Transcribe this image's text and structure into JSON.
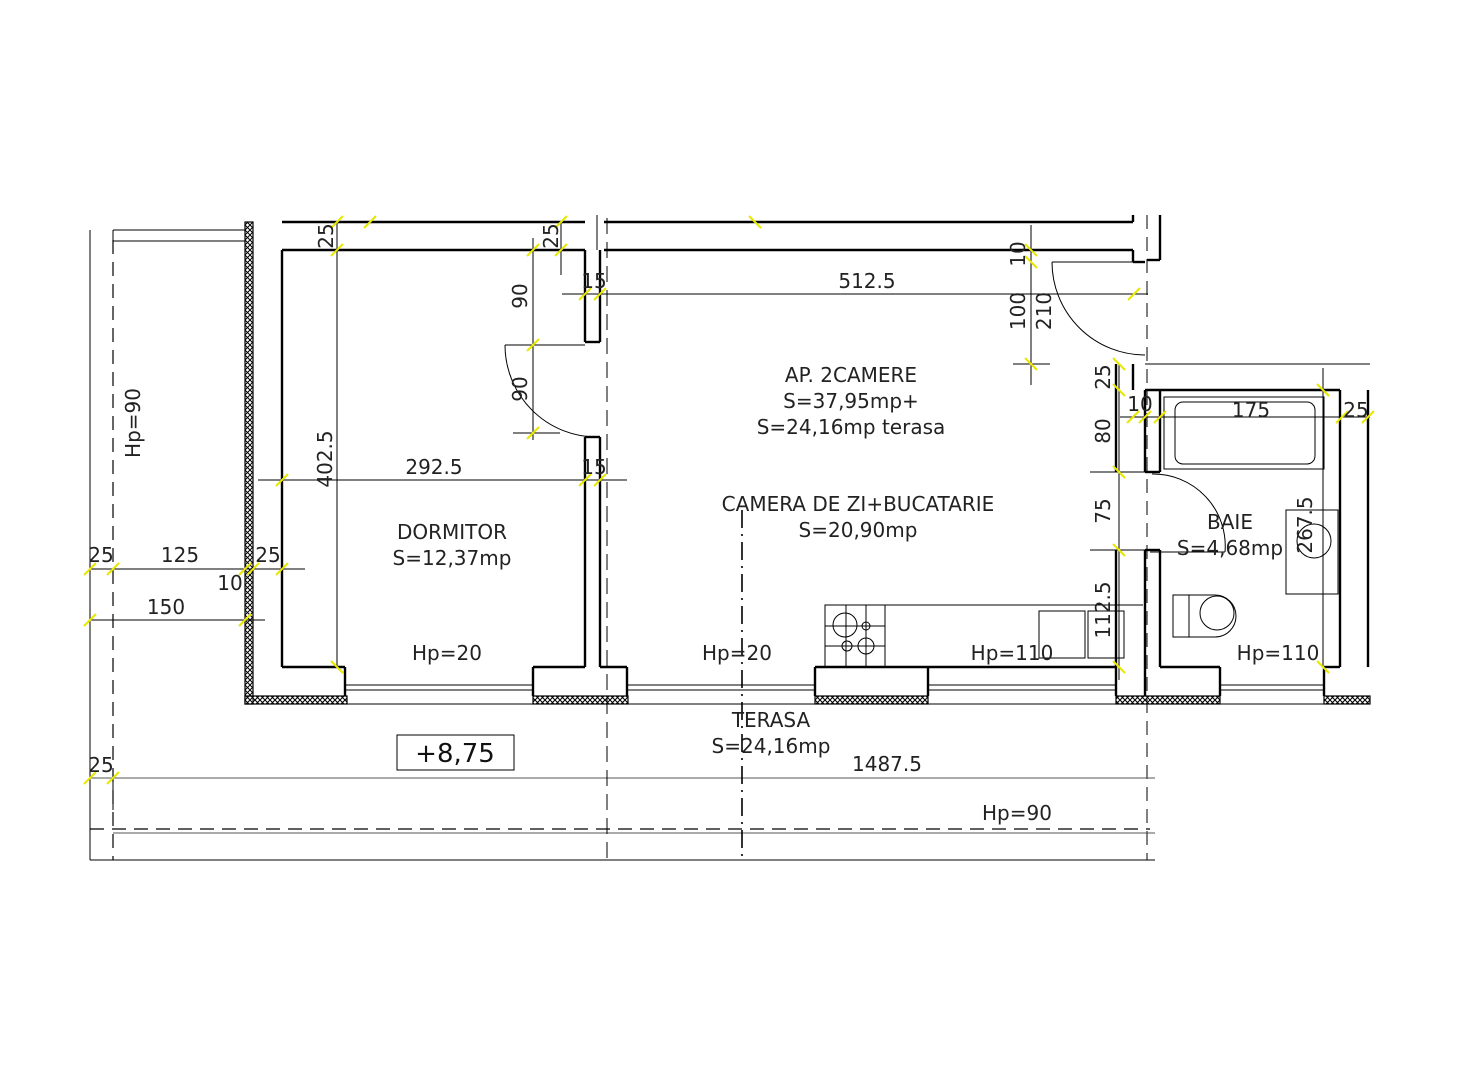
{
  "plan": {
    "title": "AP. 2CAMERE",
    "total_area": "S=37,95mp+",
    "terrace_area_note": "S=24,16mp terasa",
    "level_marker": "+8,75",
    "rooms": [
      {
        "name": "DORMITOR",
        "area": "S=12,37mp",
        "hp": "Hp=20"
      },
      {
        "name": "CAMERA DE ZI+BUCATARIE",
        "area": "S=20,90mp",
        "hp_left": "Hp=20",
        "hp_right": "Hp=110"
      },
      {
        "name": "BAIE",
        "area": "S=4,68mp",
        "hp": "Hp=110"
      },
      {
        "name": "TERASA",
        "area": "S=24,16mp",
        "hp": "Hp=90"
      }
    ],
    "side_hp": "Hp=90",
    "dimensions": {
      "d_25_a": "25",
      "d_25_b": "25",
      "d_15_a": "15",
      "d_15_b": "15",
      "d_90_a": "90",
      "d_90_b": "90",
      "d_402_5": "402.5",
      "d_292_5": "292.5",
      "d_512_5": "512.5",
      "d_10_a": "10",
      "d_100": "100",
      "d_210": "210",
      "d_25_c": "25",
      "d_10_b": "10",
      "d_80": "80",
      "d_175": "175",
      "d_25_d": "25",
      "d_75": "75",
      "d_112_5": "112.5",
      "d_267_5": "267.5",
      "d_25_left": "25",
      "d_125": "125",
      "d_25_mid": "25",
      "d_10_left": "10",
      "d_150": "150",
      "d_25_bottom": "25",
      "d_1487_5": "1487.5"
    }
  }
}
